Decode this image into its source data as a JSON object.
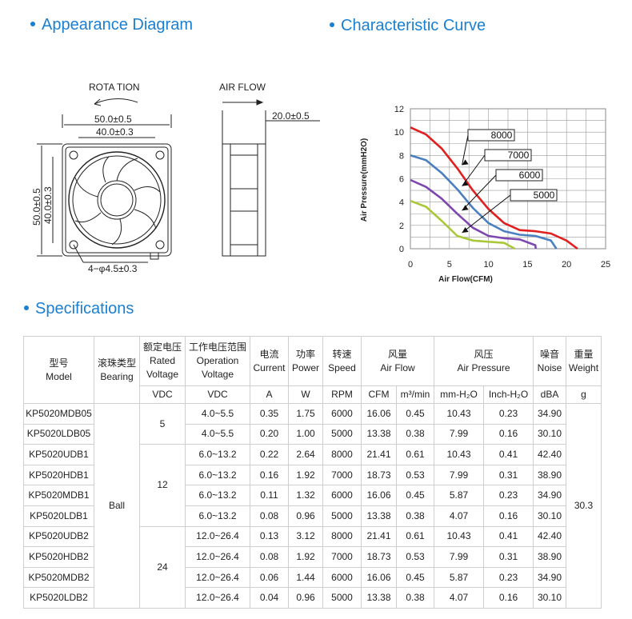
{
  "headings": {
    "appearance": "Appearance Diagram",
    "curve": "Characteristic Curve",
    "specs": "Specifications"
  },
  "diagram": {
    "rotation": "ROTA TION",
    "air_flow": "AIR FLOW",
    "dim_outer": "50.0±0.5",
    "dim_inner": "40.0±0.3",
    "dim_depth": "20.0±0.5",
    "dim_outer_v": "50.0±0.5",
    "dim_inner_v": "40.0±0.3",
    "dim_hole": "4−φ4.5±0.3"
  },
  "chart_data": {
    "type": "line",
    "xlabel": "Air Flow(CFM)",
    "ylabel": "Air Pressure(mmH2O)",
    "xlim": [
      0,
      25
    ],
    "ylim": [
      0,
      12
    ],
    "xticks": [
      "0",
      "5",
      "10",
      "15",
      "20",
      "25"
    ],
    "yticks": [
      "0",
      "2",
      "4",
      "6",
      "8",
      "10",
      "12"
    ],
    "grid": true,
    "series": [
      {
        "name": "8000",
        "color": "#e02020",
        "x": [
          0,
          2,
          4,
          6,
          8,
          10,
          12,
          14,
          16,
          18,
          20,
          21.4
        ],
        "y": [
          10.4,
          9.8,
          8.6,
          6.9,
          5.0,
          3.4,
          2.2,
          1.6,
          1.5,
          1.3,
          0.7,
          0
        ]
      },
      {
        "name": "7000",
        "color": "#4a7fc0",
        "x": [
          0,
          2,
          4,
          6,
          8,
          10,
          12,
          14,
          16,
          18,
          18.7
        ],
        "y": [
          8.0,
          7.6,
          6.5,
          5.1,
          3.5,
          2.2,
          1.5,
          1.2,
          1.1,
          0.7,
          0
        ]
      },
      {
        "name": "6000",
        "color": "#7e47b0",
        "x": [
          0,
          2,
          4,
          6,
          8,
          10,
          12,
          14,
          16,
          16.06
        ],
        "y": [
          5.9,
          5.3,
          4.3,
          3.0,
          1.8,
          1.1,
          0.9,
          0.8,
          0.3,
          0
        ]
      },
      {
        "name": "5000",
        "color": "#a9c83a",
        "x": [
          0,
          2,
          4,
          6,
          8,
          10,
          12,
          13.38
        ],
        "y": [
          4.1,
          3.6,
          2.4,
          1.1,
          0.7,
          0.6,
          0.5,
          0
        ]
      }
    ]
  },
  "table": {
    "headers": [
      {
        "cn": "型号",
        "en": "Model",
        "unit": ""
      },
      {
        "cn": "滚珠类型",
        "en": "Bearing",
        "unit": ""
      },
      {
        "cn": "额定电压",
        "en": "Rated Voltage",
        "unit": "VDC"
      },
      {
        "cn": "工作电压范围",
        "en": "Operation Voltage",
        "unit": "VDC"
      },
      {
        "cn": "电流",
        "en": "Current",
        "unit": "A"
      },
      {
        "cn": "功率",
        "en": "Power",
        "unit": "W"
      },
      {
        "cn": "转速",
        "en": "Speed",
        "unit": "RPM"
      },
      {
        "cn": "风量",
        "en": "Air Flow",
        "unit": ""
      },
      {
        "cn": "风压",
        "en": "Air Pressure",
        "unit": ""
      },
      {
        "cn": "噪音",
        "en": "Noise",
        "unit": "dBA"
      },
      {
        "cn": "重量",
        "en": "Weight",
        "unit": "g"
      }
    ],
    "airflow_units": [
      "CFM",
      "m³/min"
    ],
    "pressure_units": [
      "mm-H₂O",
      "Inch-H₂O"
    ],
    "bearing": "Ball",
    "weight": "30.3",
    "groups": [
      {
        "rated": "5",
        "rows": [
          [
            "KP5020MDB05",
            "4.0~5.5",
            "0.35",
            "1.75",
            "6000",
            "16.06",
            "0.45",
            "10.43",
            "0.23",
            "34.90"
          ],
          [
            "KP5020LDB05",
            "4.0~5.5",
            "0.20",
            "1.00",
            "5000",
            "13.38",
            "0.38",
            "7.99",
            "0.16",
            "30.10"
          ]
        ]
      },
      {
        "rated": "12",
        "rows": [
          [
            "KP5020UDB1",
            "6.0~13.2",
            "0.22",
            "2.64",
            "8000",
            "21.41",
            "0.61",
            "10.43",
            "0.41",
            "42.40"
          ],
          [
            "KP5020HDB1",
            "6.0~13.2",
            "0.16",
            "1.92",
            "7000",
            "18.73",
            "0.53",
            "7.99",
            "0.31",
            "38.90"
          ],
          [
            "KP5020MDB1",
            "6.0~13.2",
            "0.11",
            "1.32",
            "6000",
            "16.06",
            "0.45",
            "5.87",
            "0.23",
            "34.90"
          ],
          [
            "KP5020LDB1",
            "6.0~13.2",
            "0.08",
            "0.96",
            "5000",
            "13.38",
            "0.38",
            "4.07",
            "0.16",
            "30.10"
          ]
        ]
      },
      {
        "rated": "24",
        "rows": [
          [
            "KP5020UDB2",
            "12.0~26.4",
            "0.13",
            "3.12",
            "8000",
            "21.41",
            "0.61",
            "10.43",
            "0.41",
            "42.40"
          ],
          [
            "KP5020HDB2",
            "12.0~26.4",
            "0.08",
            "1.92",
            "7000",
            "18.73",
            "0.53",
            "7.99",
            "0.31",
            "38.90"
          ],
          [
            "KP5020MDB2",
            "12.0~26.4",
            "0.06",
            "1.44",
            "6000",
            "16.06",
            "0.45",
            "5.87",
            "0.23",
            "34.90"
          ],
          [
            "KP5020LDB2",
            "12.0~26.4",
            "0.04",
            "0.96",
            "5000",
            "13.38",
            "0.38",
            "4.07",
            "0.16",
            "30.10"
          ]
        ]
      }
    ]
  }
}
